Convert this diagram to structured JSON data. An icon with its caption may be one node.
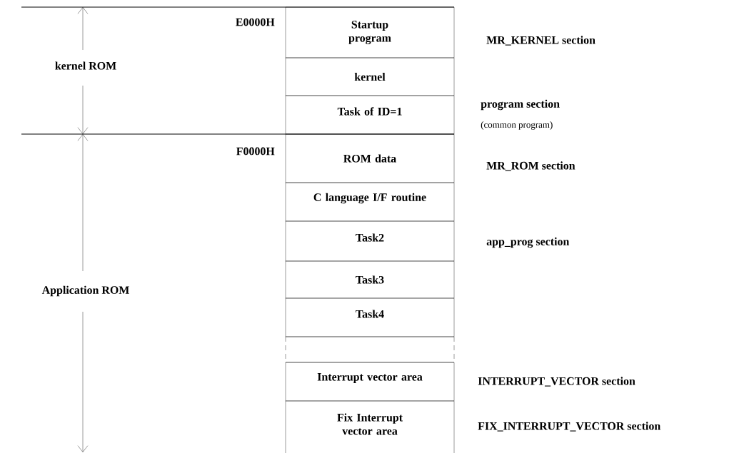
{
  "diagram": {
    "nodes": [
      {
        "text": [
          "Startup program"
        ]
      },
      {
        "text": [
          "kernel"
        ]
      },
      {
        "text": [
          "Task of ID=1"
        ]
      },
      {
        "text": [
          "ROM data"
        ]
      },
      {
        "text": [
          "C language I/F routine"
        ]
      },
      {
        "text": [
          "Task2"
        ]
      },
      {
        "text": [
          "Task3"
        ]
      },
      {
        "text": [
          "Task4"
        ]
      },
      {
        "text": [],
        "shape": "box"
      },
      {
        "text": [
          "Interrupt vector area"
        ]
      },
      {
        "text": [
          "Fix Interrupt vector area"
        ]
      }
    ],
    "labels": [
      "E0000H",
      "MR_KERNEL section",
      "kernel ROM",
      "program section",
      "(common program)",
      "F0000H",
      "MR_ROM section",
      "app_prog section",
      "Application ROM",
      "INTERRUPT_VECTOR section",
      "FIX_INTERRUPT_VECTOR section"
    ]
  }
}
